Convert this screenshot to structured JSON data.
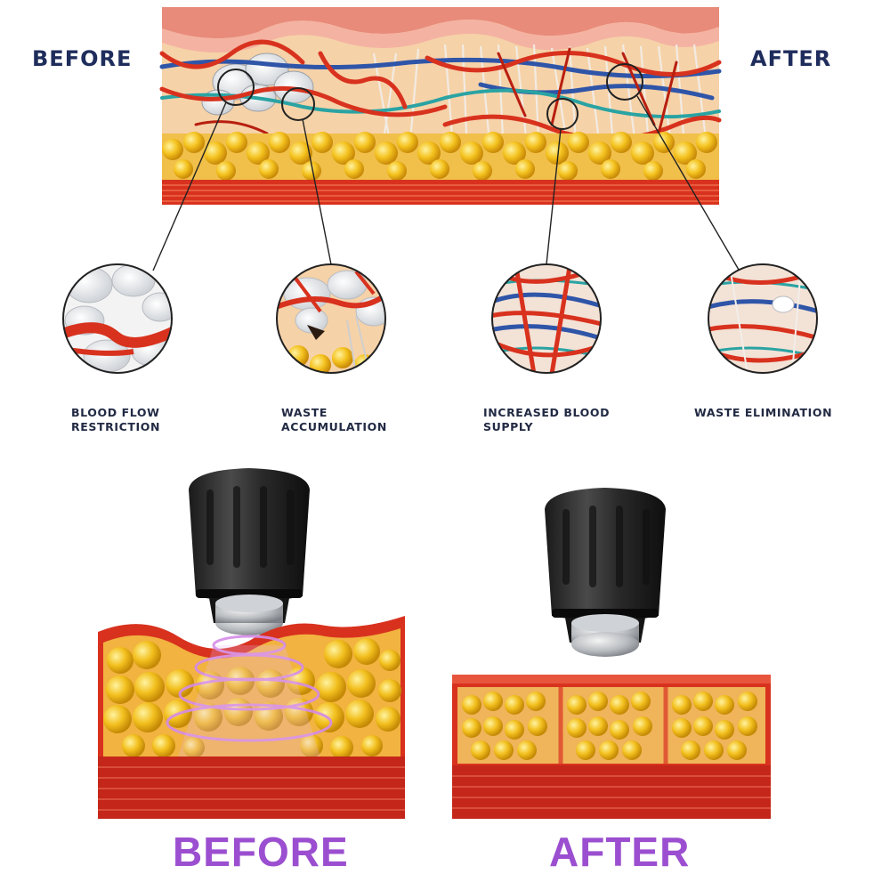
{
  "top": {
    "before_label": "BEFORE",
    "after_label": "AFTER"
  },
  "details": [
    {
      "caption_line1": "BLOOD FLOW",
      "caption_line2": "RESTRICTION"
    },
    {
      "caption_line1": "WASTE",
      "caption_line2": "ACCUMULATION"
    },
    {
      "caption_line1": "INCREASED BLOOD",
      "caption_line2": "SUPPLY"
    },
    {
      "caption_line1": "WASTE ELIMINATION",
      "caption_line2": ""
    }
  ],
  "bottom": {
    "before_label": "BEFORE",
    "after_label": "AFTER"
  },
  "colors": {
    "heading_navy": "#1f2d5c",
    "bottom_label_purple": "#9b4fd0",
    "fat_yellow": "#f2bf1d",
    "tissue_red": "#d8321e",
    "vessel_blue": "#2f55a8"
  }
}
